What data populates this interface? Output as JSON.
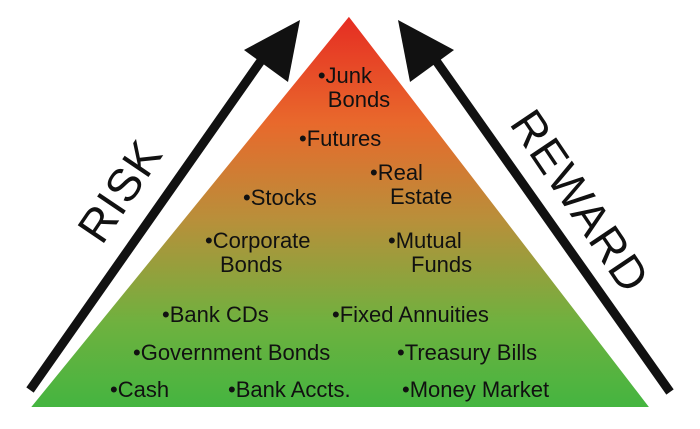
{
  "labels": {
    "risk": "RISK",
    "reward": "REWARD"
  },
  "items": {
    "junk_bonds": [
      "•Junk",
      "Bonds"
    ],
    "futures": [
      "•Futures"
    ],
    "real_estate": [
      "•Real",
      "Estate"
    ],
    "stocks": [
      "•Stocks"
    ],
    "corporate_bonds": [
      "•Corporate",
      "Bonds"
    ],
    "mutual_funds": [
      "•Mutual",
      "Funds"
    ],
    "bank_cds": [
      "•Bank CDs"
    ],
    "fixed_annuities": [
      "•Fixed Annuities"
    ],
    "government_bonds": [
      "•Government Bonds"
    ],
    "treasury_bills": [
      "•Treasury Bills"
    ],
    "cash": [
      "•Cash"
    ],
    "bank_accts": [
      "•Bank Accts."
    ],
    "money_market": [
      "•Money Market"
    ]
  },
  "colors": {
    "top": "#e62a22",
    "upper": "#e8692c",
    "middle": "#b98f3a",
    "lower": "#6fb13f",
    "bottom": "#43b540",
    "arrow": "#111111",
    "text": "#111111",
    "outline": "#ffffff"
  }
}
